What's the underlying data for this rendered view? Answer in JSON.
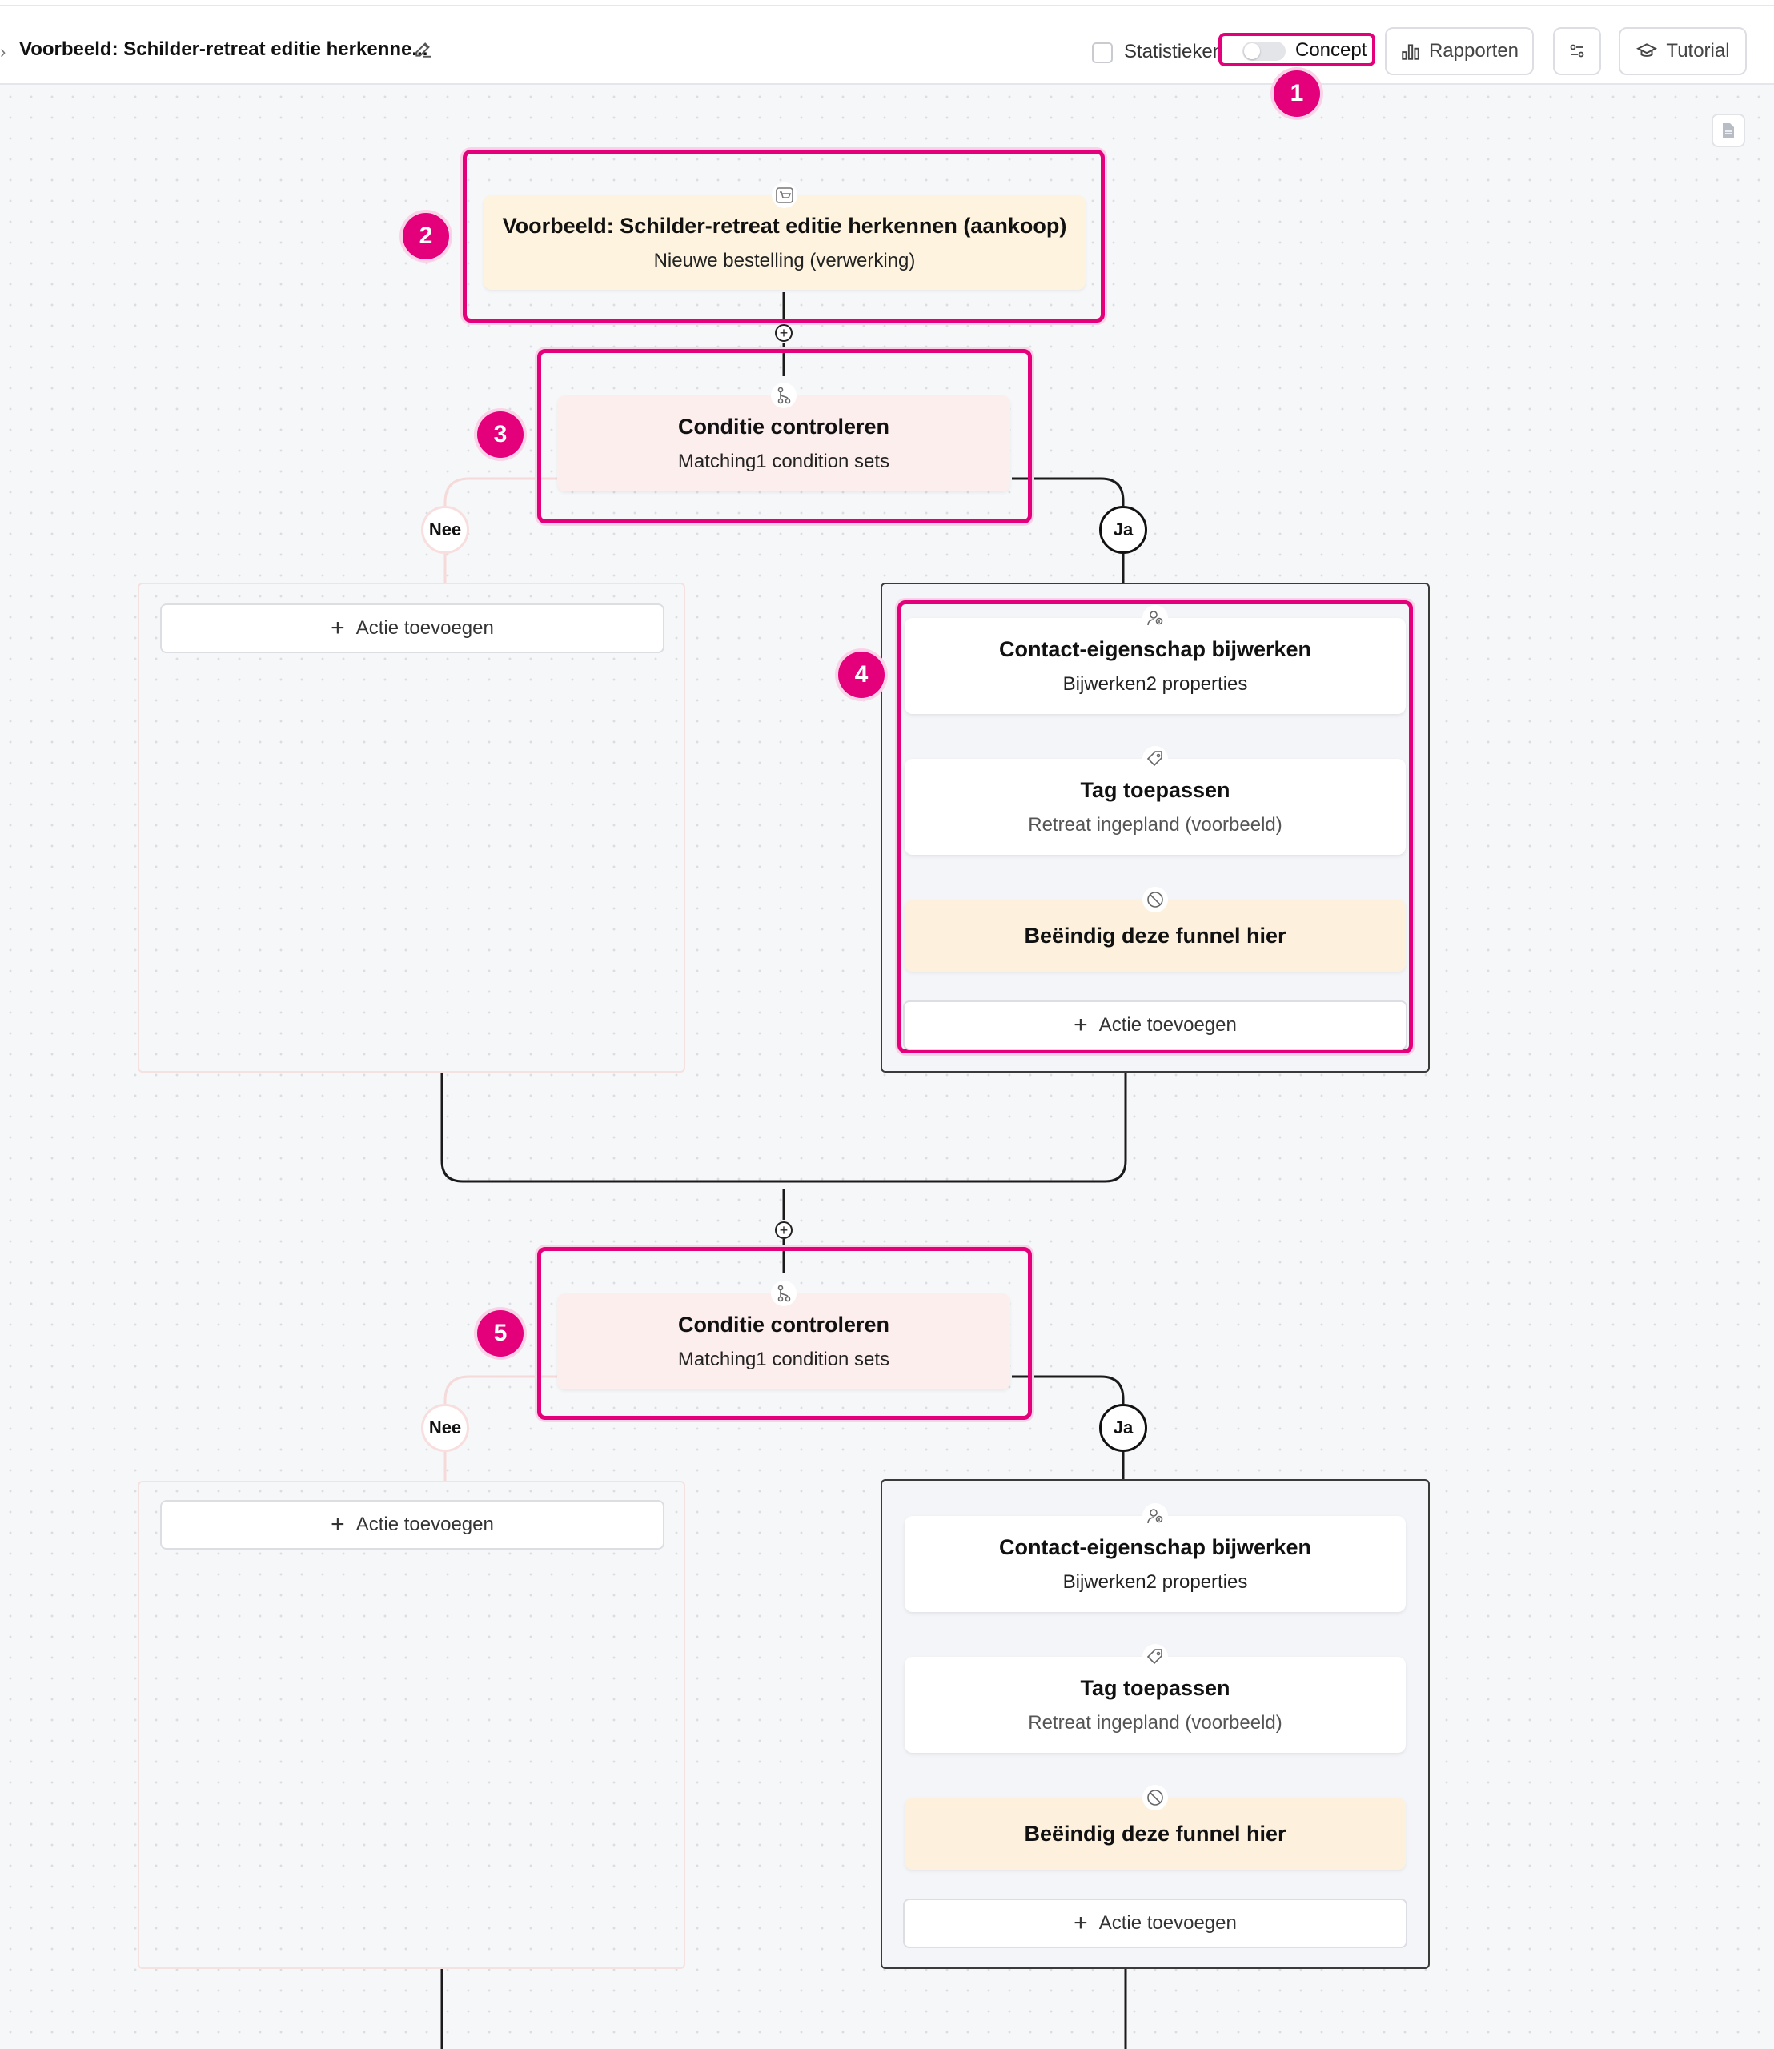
{
  "header": {
    "title": "Voorbeeld: Schilder-retreat editie herkenne...",
    "stats_label": "Statistieken",
    "status_label": "Concept",
    "reports_label": "Rapporten",
    "tutorial_label": "Tutorial"
  },
  "annotations": [
    "1",
    "2",
    "3",
    "4",
    "5"
  ],
  "colors": {
    "highlight": "#e3007a",
    "trigger_bg": "#fdf3de",
    "condition_bg": "#fdeeee",
    "end_bg": "#fdf1de"
  },
  "flow": {
    "trigger": {
      "title": "Voorbeeld: Schilder-retreat editie herkennen (aankoop)",
      "subtitle": "Nieuwe bestelling (verwerking)",
      "icon": "cart-icon"
    },
    "conditions": [
      {
        "title": "Conditie controleren",
        "subtitle": "Matching1 condition sets",
        "no_label": "Nee",
        "yes_label": "Ja",
        "no_branch": {
          "add_label": "Actie toevoegen"
        },
        "yes_branch": {
          "actions": [
            {
              "title": "Contact-eigenschap bijwerken",
              "subtitle": "Bijwerken2 properties",
              "icon": "contact-icon"
            },
            {
              "title": "Tag toepassen",
              "subtitle": "Retreat ingepland (voorbeeld)",
              "icon": "tag-icon"
            },
            {
              "title": "Beëindig deze funnel hier",
              "icon": "stop-icon"
            }
          ],
          "add_label": "Actie toevoegen"
        }
      },
      {
        "title": "Conditie controleren",
        "subtitle": "Matching1 condition sets",
        "no_label": "Nee",
        "yes_label": "Ja",
        "no_branch": {
          "add_label": "Actie toevoegen"
        },
        "yes_branch": {
          "actions": [
            {
              "title": "Contact-eigenschap bijwerken",
              "subtitle": "Bijwerken2 properties",
              "icon": "contact-icon"
            },
            {
              "title": "Tag toepassen",
              "subtitle": "Retreat ingepland (voorbeeld)",
              "icon": "tag-icon"
            },
            {
              "title": "Beëindig deze funnel hier",
              "icon": "stop-icon"
            }
          ],
          "add_label": "Actie toevoegen"
        }
      }
    ]
  }
}
